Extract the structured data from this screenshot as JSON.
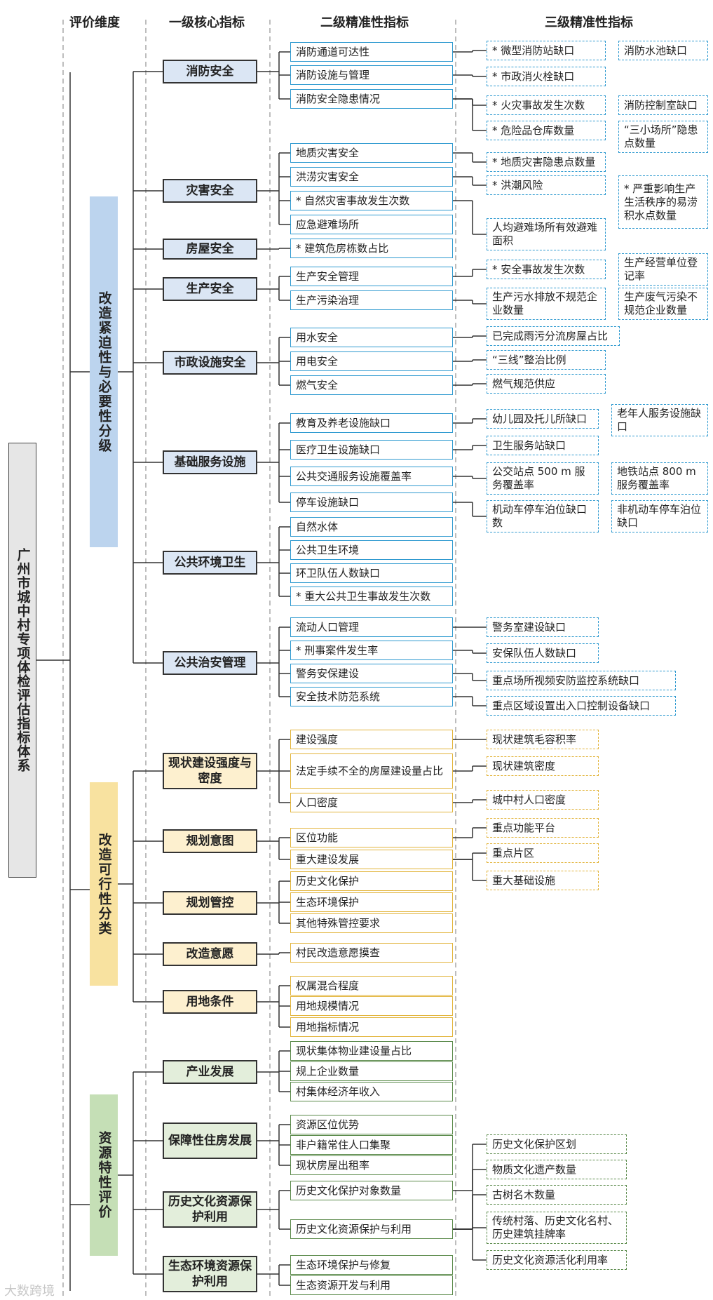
{
  "headers": {
    "dim": "评价维度",
    "l1": "一级核心指标",
    "l2": "二级精准性指标",
    "l3": "三级精准性指标"
  },
  "title": "广州市城中村专项体检评估指标体系",
  "watermark": "大数跨境",
  "colors": {
    "blue_fill": "#dbe6f4",
    "blue_side": "#bcd4ee",
    "blue_border": "#2f9ad0",
    "yellow_fill": "#fdf0cf",
    "yellow_side": "#f8e2a0",
    "yellow_border": "#e2b43b",
    "green_fill": "#e3eedb",
    "green_side": "#c5dfb6",
    "green_border": "#5a8a4a"
  },
  "dimensions": [
    {
      "label": "改造紧迫性与必要性分级",
      "theme": "blue",
      "l1": [
        {
          "label": "消防安全",
          "l2": [
            "消防通道可达性",
            "消防设施与管理",
            "消防安全隐患情况"
          ],
          "l3": [
            [
              "* 微型消防站缺口",
              "消防水池缺口"
            ],
            [
              "* 市政消火栓缺口"
            ],
            [
              "* 火灾事故发生次数",
              "消防控制室缺口"
            ],
            [
              "* 危险品仓库数量",
              "“三小场所”隐患点数量"
            ]
          ]
        },
        {
          "label": "灾害安全",
          "l2": [
            "地质灾害安全",
            "洪涝灾害安全",
            "* 自然灾害事故发生次数",
            "应急避难场所"
          ],
          "l3": [
            [
              "* 地质灾害隐患点数量"
            ],
            [
              "* 洪潮风险",
              "* 严重影响生产生活秩序的易涝积水点数量"
            ],
            [
              "人均避难场所有效避难面积"
            ]
          ]
        },
        {
          "label": "房屋安全",
          "l2": [
            "* 建筑危房栋数占比"
          ],
          "l3": []
        },
        {
          "label": "生产安全",
          "l2": [
            "生产安全管理",
            "生产污染治理"
          ],
          "l3": [
            [
              "* 安全事故发生次数",
              "生产经营单位登记率"
            ],
            [
              "生产污水排放不规范企业数量",
              "生产废气污染不规范企业数量"
            ]
          ]
        },
        {
          "label": "市政设施安全",
          "l2": [
            "用水安全",
            "用电安全",
            "燃气安全"
          ],
          "l3": [
            [
              "已完成雨污分流房屋占比"
            ],
            [
              "“三线”整治比例"
            ],
            [
              "燃气规范供应"
            ]
          ]
        },
        {
          "label": "基础服务设施",
          "l2": [
            "教育及养老设施缺口",
            "医疗卫生设施缺口",
            "公共交通服务设施覆盖率",
            "停车设施缺口"
          ],
          "l3": [
            [
              "幼儿园及托儿所缺口",
              "老年人服务设施缺口"
            ],
            [
              "卫生服务站缺口"
            ],
            [
              "公交站点 500 m 服务覆盖率",
              "地铁站点 800 m 服务覆盖率"
            ],
            [
              "机动车停车泊位缺口数",
              "非机动车停车泊位缺口"
            ]
          ]
        },
        {
          "label": "公共环境卫生",
          "l2": [
            "自然水体",
            "公共卫生环境",
            "环卫队伍人数缺口",
            "* 重大公共卫生事故发生次数"
          ],
          "l3": []
        },
        {
          "label": "公共治安管理",
          "l2": [
            "流动人口管理",
            "* 刑事案件发生率",
            "警务安保建设",
            "安全技术防范系统"
          ],
          "l3": [
            [
              "警务室建设缺口"
            ],
            [
              "安保队伍人数缺口"
            ],
            [
              "重点场所视频安防监控系统缺口"
            ],
            [
              "重点区域设置出入口控制设备缺口"
            ]
          ]
        }
      ]
    },
    {
      "label": "改造可行性分类",
      "theme": "yellow",
      "l1": [
        {
          "label": "现状建设强度与密度",
          "l2": [
            "建设强度",
            "法定手续不全的房屋建设量占比",
            "人口密度"
          ],
          "l3": [
            [
              "现状建筑毛容积率"
            ],
            [
              "现状建筑密度"
            ],
            [
              "城中村人口密度"
            ]
          ]
        },
        {
          "label": "规划意图",
          "l2": [
            "区位功能",
            "重大建设发展"
          ],
          "l3": [
            [
              "重点功能平台"
            ],
            [
              "重点片区"
            ],
            [
              "重大基础设施"
            ]
          ]
        },
        {
          "label": "规划管控",
          "l2": [
            "历史文化保护",
            "生态环境保护",
            "其他特殊管控要求"
          ],
          "l3": []
        },
        {
          "label": "改造意愿",
          "l2": [
            "村民改造意愿摸查"
          ],
          "l3": []
        },
        {
          "label": "用地条件",
          "l2": [
            "权属混合程度",
            "用地规模情况",
            "用地指标情况"
          ],
          "l3": []
        }
      ]
    },
    {
      "label": "资源特性评价",
      "theme": "green",
      "l1": [
        {
          "label": "产业发展",
          "l2": [
            "现状集体物业建设量占比",
            "规上企业数量",
            "村集体经济年收入"
          ],
          "l3": []
        },
        {
          "label": "保障性住房发展",
          "l2": [
            "资源区位优势",
            "非户籍常住人口集聚",
            "现状房屋出租率"
          ],
          "l3": []
        },
        {
          "label": "历史文化资源保护利用",
          "l2": [
            "历史文化保护对象数量",
            "历史文化资源保护与利用"
          ],
          "l3": [
            [
              "历史文化保护区划"
            ],
            [
              "物质文化遗产数量"
            ],
            [
              "古树名木数量"
            ],
            [
              "传统村落、历史文化名村、历史建筑挂牌率"
            ],
            [
              "历史文化资源活化利用率"
            ]
          ]
        },
        {
          "label": "生态环境资源保护利用",
          "l2": [
            "生态环境保护与修复",
            "生态资源开发与利用"
          ],
          "l3": []
        }
      ]
    }
  ]
}
